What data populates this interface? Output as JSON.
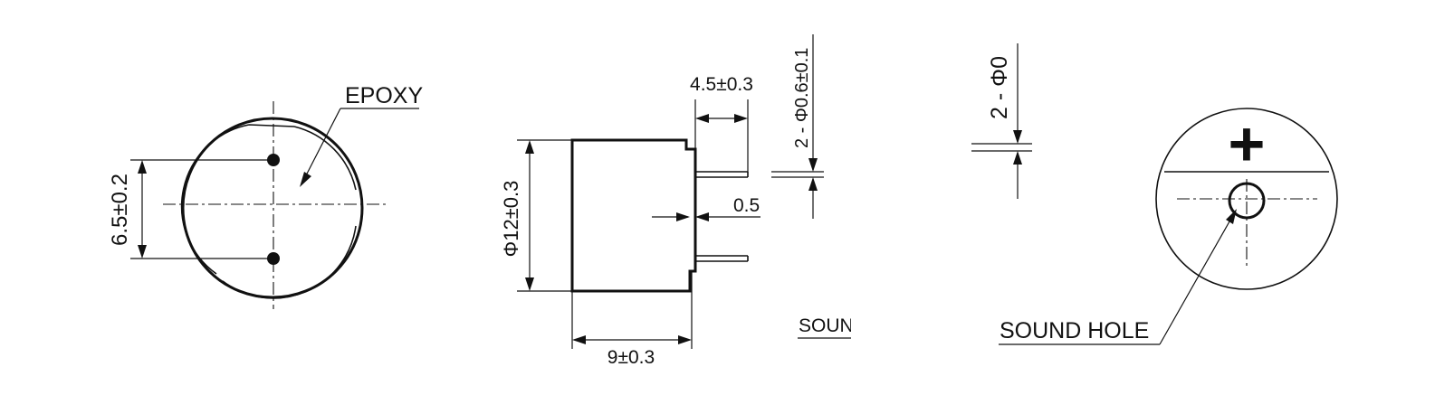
{
  "labels": {
    "epoxy": "EPOXY",
    "pin_spacing": "6.5±0.2",
    "lead_offset": "4.5±0.3",
    "body_diameter": "Φ12±0.3",
    "lead_thickness": "0.5",
    "body_height": "9±0.3",
    "pin_diameter": "2 - Φ0.6±0.1",
    "pin_diameter_cut": "2 - Φ0",
    "sound_cut": "SOUN",
    "sound_hole": "SOUND HOLE",
    "polarity_mark": "+"
  }
}
